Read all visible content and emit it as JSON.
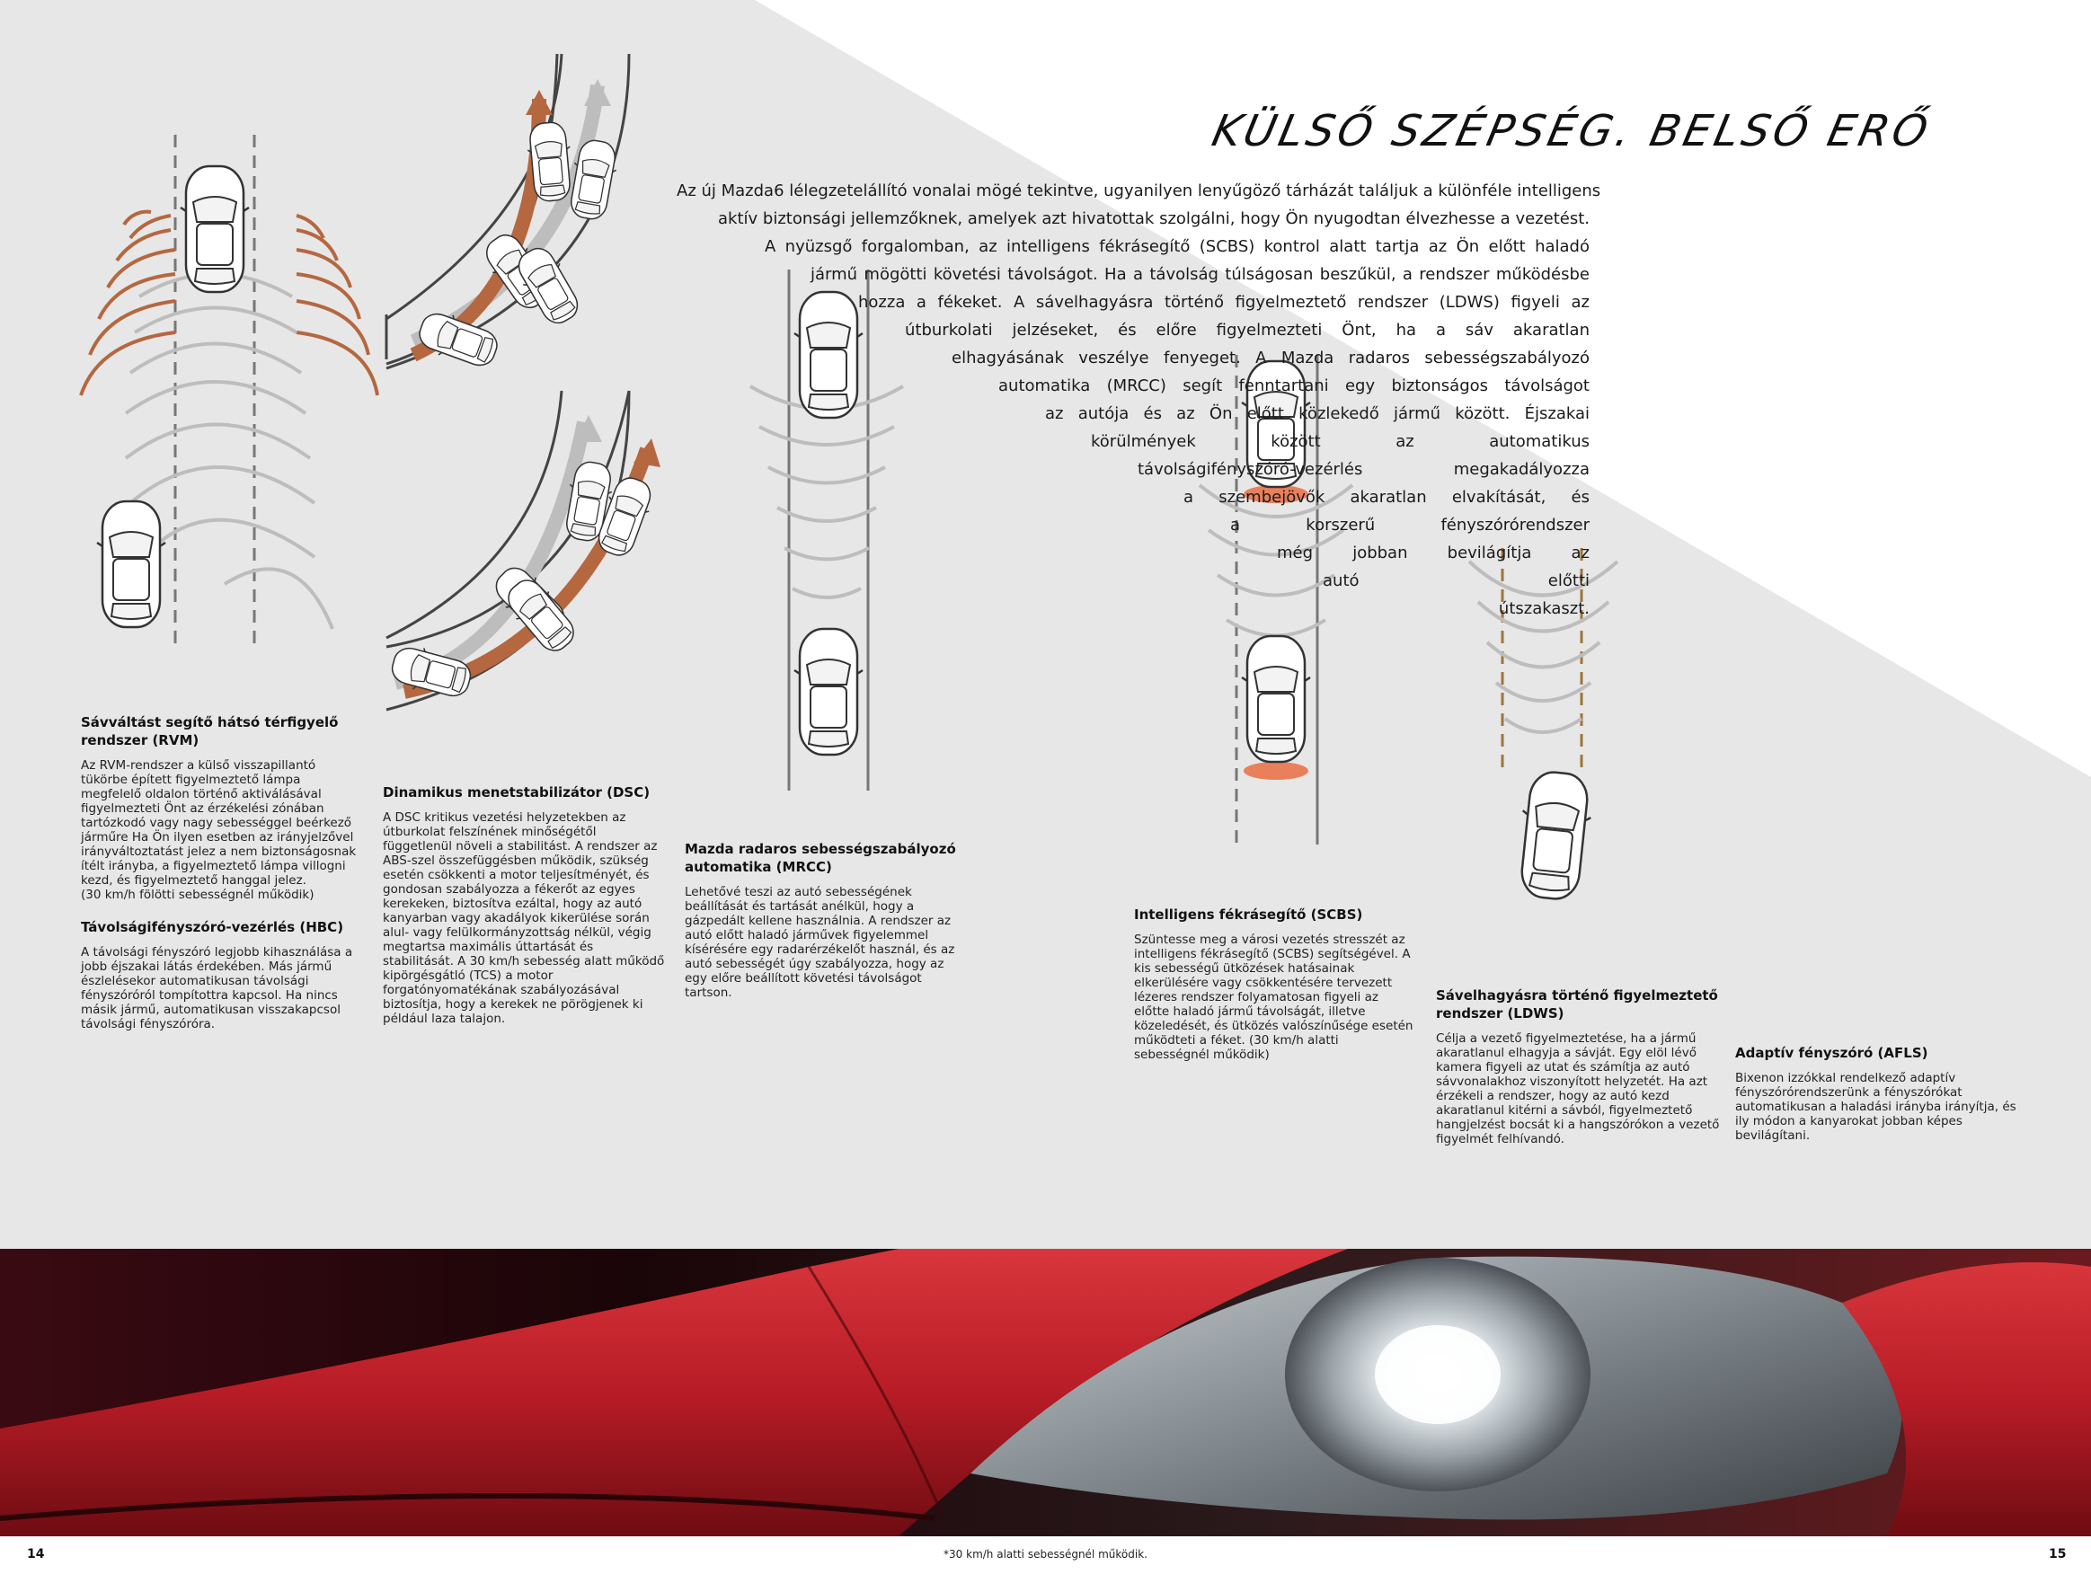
{
  "title": "KÜLSŐ SZÉPSÉG. BELSŐ ERŐ",
  "intro_lines": [
    "Az új Mazda6 lélegzetelállító vonalai mögé tekintve, ugyanilyen lenyűgöző tárházát találjuk a különféle intelligens",
    "aktív biztonsági jellemzőknek, amelyek azt hivatottak szolgálni, hogy Ön nyugodtan élvezhesse a vezetést.",
    "A nyüzsgő forgalomban, az intelligens fékrásegítő (SCBS) kontrol alatt tartja az Ön előtt haladó",
    "jármű mögötti követési távolságot. Ha a távolság túlságosan beszűkül, a rendszer működésbe",
    "hozza a fékeket. A sávelhagyásra történő figyelmeztető rendszer (LDWS) figyeli az",
    "útburkolati jelzéseket, és előre figyelmezteti Önt, ha a sáv akaratlan",
    "elhagyásának veszélye fenyeget. A Mazda radaros sebességszabályozó",
    "automatika (MRCC) segít fenntartani egy biztonságos távolságot",
    "az autója és az Ön előtt közlekedő jármű között. Éjszakai",
    "körülmények között az automatikus",
    "távolságifényszóró-vezérlés megakadályozza",
    "a szembejövők akaratlan elvakítását, és",
    "a korszerű fényszórórendszer",
    "még jobban bevilágítja az",
    "autó előtti",
    "útszakaszt."
  ],
  "sections": {
    "rvm": {
      "heading_1": "Sávváltást segítő hátsó térfigyelő",
      "heading_2": "rendszer (RVM)",
      "lines": [
        "Az RVM-rendszer a külső visszapillantó",
        "tükörbe épített figyelmeztető lámpa",
        "megfelelő oldalon történő aktiválásával",
        "figyelmezteti Önt az érzékelési zónában",
        "tartózkodó vagy nagy sebességgel beérkező",
        "járműre Ha Ön ilyen esetben az irányjelzővel",
        "irányváltoztatást jelez a nem biztonságosnak",
        "ítélt irányba, a figyelmeztető lámpa villogni",
        "kezd, és figyelmeztető hanggal jelez.",
        "(30 km/h fölötti sebességnél működik)"
      ]
    },
    "hbc": {
      "heading": "Távolságifényszóró-vezérlés (HBC)",
      "lines": [
        "A távolsági fényszóró legjobb kihasználása a",
        "jobb éjszakai látás érdekében. Más jármű",
        "észlelésekor automatikusan távolsági",
        "fényszóróról tompítottra kapcsol. Ha nincs",
        "másik jármű, automatikusan visszakapcsol",
        "távolsági fényszóróra."
      ]
    },
    "dsc": {
      "heading": "Dinamikus menetstabilizátor (DSC)",
      "lines": [
        "A DSC kritikus vezetési helyzetekben az",
        "útburkolat felszínének minőségétől",
        "függetlenül növeli a stabilitást. A rendszer az",
        "ABS-szel összefüggésben működik, szükség",
        "esetén csökkenti a motor teljesítményét, és",
        "gondosan szabályozza a fékerőt az egyes",
        "kerekeken, biztosítva ezáltal, hogy az autó",
        "kanyarban vagy akadályok kikerülése során",
        "alul- vagy felülkormányzottság nélkül, végig",
        "megtartsa maximális úttartását és",
        "stabilitását. A 30 km/h sebesség alatt működő",
        "kipörgésgátló (TCS) a motor",
        "forgatónyomatékának szabályozásával",
        "biztosítja, hogy a kerekek ne pörögjenek ki",
        "például laza talajon."
      ]
    },
    "mrcc": {
      "heading_1": "Mazda radaros sebességszabályozó",
      "heading_2": "automatika (MRCC)",
      "lines": [
        "Lehetővé teszi az autó sebességének",
        "beállítását és tartását anélkül, hogy a",
        "gázpedált kellene használnia. A rendszer az",
        "autó előtt haladó járművek figyelemmel",
        "kísérésére egy radarérzékelőt használ, és az",
        "autó sebességét úgy szabályozza, hogy az",
        "egy előre beállított követési távolságot",
        "tartson."
      ]
    },
    "scbs": {
      "heading": "Intelligens fékrásegítő (SCBS)",
      "lines": [
        "Szüntesse meg a városi vezetés stresszét az",
        "intelligens fékrásegítő (SCBS) segítségével. A",
        "kis sebességű ütközések hatásainak",
        "elkerülésére vagy csökkentésére tervezett",
        "lézeres rendszer folyamatosan figyeli az",
        "előtte haladó jármű távolságát, illetve",
        "közeledését, és ütközés valószínűsége esetén",
        "működteti a féket. (30 km/h alatti",
        "sebességnél működik)"
      ]
    },
    "ldws": {
      "heading_1": "Sávelhagyásra történő figyelmeztető",
      "heading_2": "rendszer (LDWS)",
      "lines": [
        "Célja a vezető figyelmeztetése, ha a jármű",
        "akaratlanul elhagyja a sávját. Egy elöl lévő",
        "kamera figyeli az utat és számítja az autó",
        "sávvonalakhoz viszonyított helyzetét. Ha azt",
        "érzékeli a rendszer, hogy az autó kezd",
        "akaratlanul kitérni a sávból, figyelmeztető",
        "hangjelzést bocsát ki a hangszórókon a vezető",
        "figyelmét felhívandó."
      ]
    },
    "afls": {
      "heading": "Adaptív fényszóró (AFLS)",
      "lines": [
        "Bixenon izzókkal rendelkező adaptív",
        "fényszórórendszerünk a fényszórókat",
        "automatikusan a haladási irányba irányítja, és",
        "ily módon a kanyarokat jobban képes",
        "bevilágítani."
      ]
    }
  },
  "footer": {
    "page_left": "14",
    "page_right": "15",
    "footnote": "*30 km/h alatti sebességnél működik."
  },
  "colors": {
    "page_grey": "#e7e7e7",
    "arc_orange": "#b5673f",
    "arc_grey": "#bdbdbd",
    "car_red": "#c8202a"
  }
}
